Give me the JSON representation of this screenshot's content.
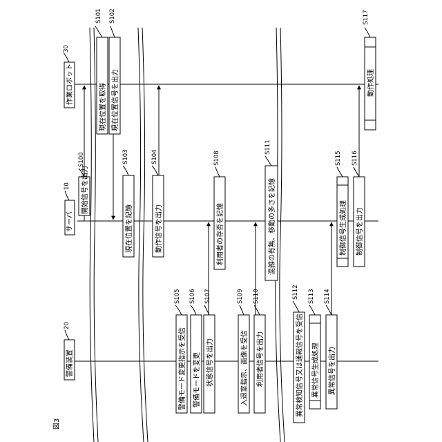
{
  "figure_label": "図3",
  "entities": [
    {
      "key": "alarm",
      "name": "警備装置",
      "ref": "20"
    },
    {
      "key": "server",
      "name": "サーバ",
      "ref": "10"
    },
    {
      "key": "robot",
      "name": "作業ロボット",
      "ref": "30"
    }
  ],
  "steps": [
    {
      "id": "S101",
      "text": "現在位置を取得"
    },
    {
      "id": "S102",
      "text": "現在位置信号を出力"
    },
    {
      "id": "S100",
      "text": "開始信号を出力"
    },
    {
      "id": "S103",
      "text": "現在位置を記憶"
    },
    {
      "id": "S104",
      "text": "動作信号を出力"
    },
    {
      "id": "S105",
      "text": "警備モード変更指示を受信"
    },
    {
      "id": "S106",
      "text": "警備モードを変更"
    },
    {
      "id": "S107",
      "text": "状態信号を出力"
    },
    {
      "id": "S108",
      "text": "利用者の存否を記憶"
    },
    {
      "id": "S109",
      "text": "入退室指示、画像を受信"
    },
    {
      "id": "S110",
      "text": "利用者信号を出力"
    },
    {
      "id": "S111",
      "text": "混雑の有無、移動の多さを記憶"
    },
    {
      "id": "S112",
      "text": "異常検知信号又は通報信号を受信"
    },
    {
      "id": "S113",
      "text": "異常信号生成処理"
    },
    {
      "id": "S114",
      "text": "異常信号を出力"
    },
    {
      "id": "S115",
      "text": "制御信号生成処理"
    },
    {
      "id": "S116",
      "text": "制御信号を出力"
    },
    {
      "id": "S117",
      "text": "動作処理"
    }
  ]
}
